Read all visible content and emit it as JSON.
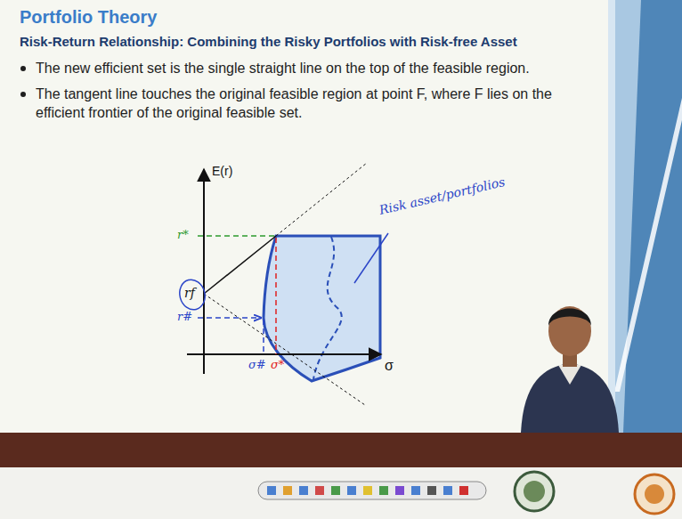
{
  "diagram": {
    "title": "Portfolio Theory",
    "labels": [
      "Risk-Return Relationship: Combining the Risky Portfolios with Risk-free Asset",
      "The new efficient set is the single straight line on the top of the feasible region.",
      "The tangent line touches the original feasible region at point F, where F lies on the efficient frontier of the original feasible set.",
      "E(r)",
      "r*",
      "r#",
      "rf",
      "σ#",
      "σ*",
      "σ",
      "Risk asset/portfolios"
    ]
  }
}
